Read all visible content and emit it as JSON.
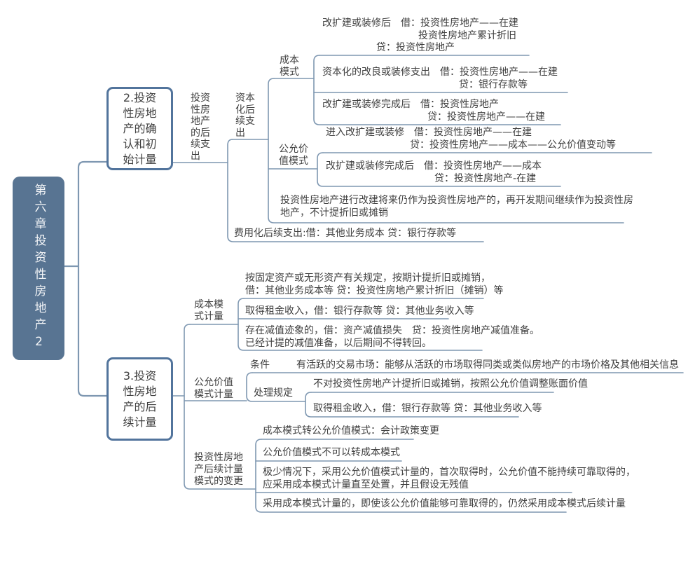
{
  "colors": {
    "root_fill": "#587492",
    "box_border": "#52749c",
    "connector": "#7e97b1",
    "text": "#3f3f3f",
    "root_text": "#f2f4f7"
  },
  "root": {
    "title": "第六章投资性房地产2"
  },
  "b2": {
    "node": {
      "lines": [
        "2.投资",
        "性房地",
        "产的确",
        "认和初",
        "始计量"
      ]
    },
    "sub_exp": {
      "lines": [
        "投资",
        "性房",
        "地产",
        "的后",
        "续支",
        "出"
      ]
    },
    "cap": {
      "lines": [
        "资本",
        "化后",
        "续支",
        "出"
      ]
    },
    "cost_label": {
      "lines": [
        "成本",
        "模式"
      ]
    },
    "cost1": {
      "lines": [
        "改扩建或装修后　借：投资性房地产——在建",
        "投资性房地产累计折旧",
        "贷：投资性房地产"
      ]
    },
    "cost2": {
      "lines": [
        "资本化的改良或装修支出　借：投资性房地产——在建",
        "贷：银行存款等"
      ]
    },
    "cost3": {
      "lines": [
        "改扩建或装修完成后　借：投资性房地产",
        "贷：投资性房地产——在建"
      ]
    },
    "fv_label": {
      "lines": [
        "公允价",
        "值模式"
      ]
    },
    "fv1": {
      "lines": [
        "进入改扩建或装修　借：投资性房地产——在建",
        "贷：投资性房地产——成本——公允价值变动等"
      ]
    },
    "fv2": {
      "lines": [
        "改扩建或装修完成后　借：投资性房地产——成本",
        "贷：投资性房地产-在建"
      ]
    },
    "rebuild": {
      "lines": [
        "投资性房地产进行改建将来仍作为投资性房地产的，再开发期间继续作为投资性房",
        "地产，不计提折旧或摊销"
      ]
    },
    "expensed": {
      "text": "费用化后续支出:借：其他业务成本 贷：银行存款等"
    }
  },
  "b3": {
    "node": {
      "lines": [
        "3.投资",
        "性房地",
        "产的后",
        "续计量"
      ]
    },
    "cost_label": {
      "lines": [
        "成本模",
        "式计量"
      ]
    },
    "cost1": {
      "lines": [
        "按固定资产或无形资产有关规定，按期计提折旧或摊销，",
        "借：其他业务成本等 贷：投资性房地产累计折旧（摊销）等"
      ]
    },
    "cost2": {
      "text": "取得租金收入，借：银行存款等 贷：其他业务收入等"
    },
    "cost3": {
      "lines": [
        "存在减值迹象的，借：资产减值损失　贷：投资性房地产减值准备。",
        "已经计提的减值准备，以后期间不得转回。"
      ]
    },
    "fv_label": {
      "lines": [
        "公允价值",
        "模式计量"
      ]
    },
    "condition": {
      "label": "条件",
      "text": "有活跃的交易市场：能够从活跃的市场取得同类或类似房地产的市场价格及其他相关信息"
    },
    "treatment": {
      "label": "处理规定",
      "item1": "不对投资性房地产计提折旧或摊销，按照公允价值调整账面价值",
      "item2": "取得租金收入，借：银行存款等 贷：其他业务收入等"
    },
    "change_label": {
      "lines": [
        "投资性房地",
        "产后续计量",
        "模式的变更"
      ]
    },
    "change1": {
      "text": "成本模式转公允价值模式：会计政策变更"
    },
    "change2": {
      "text": "公允价值模式不可以转成本模式"
    },
    "change3": {
      "lines": [
        "极少情况下，采用公允价值模式计量的，首次取得时，公允价值不能持续可靠取得的，",
        "应采用成本模式计量直至处置，并且假设无残值"
      ]
    },
    "change4": {
      "text": "采用成本模式计量的，即使该公允价值能够可靠取得的，仍然采用成本模式后续计量"
    }
  }
}
